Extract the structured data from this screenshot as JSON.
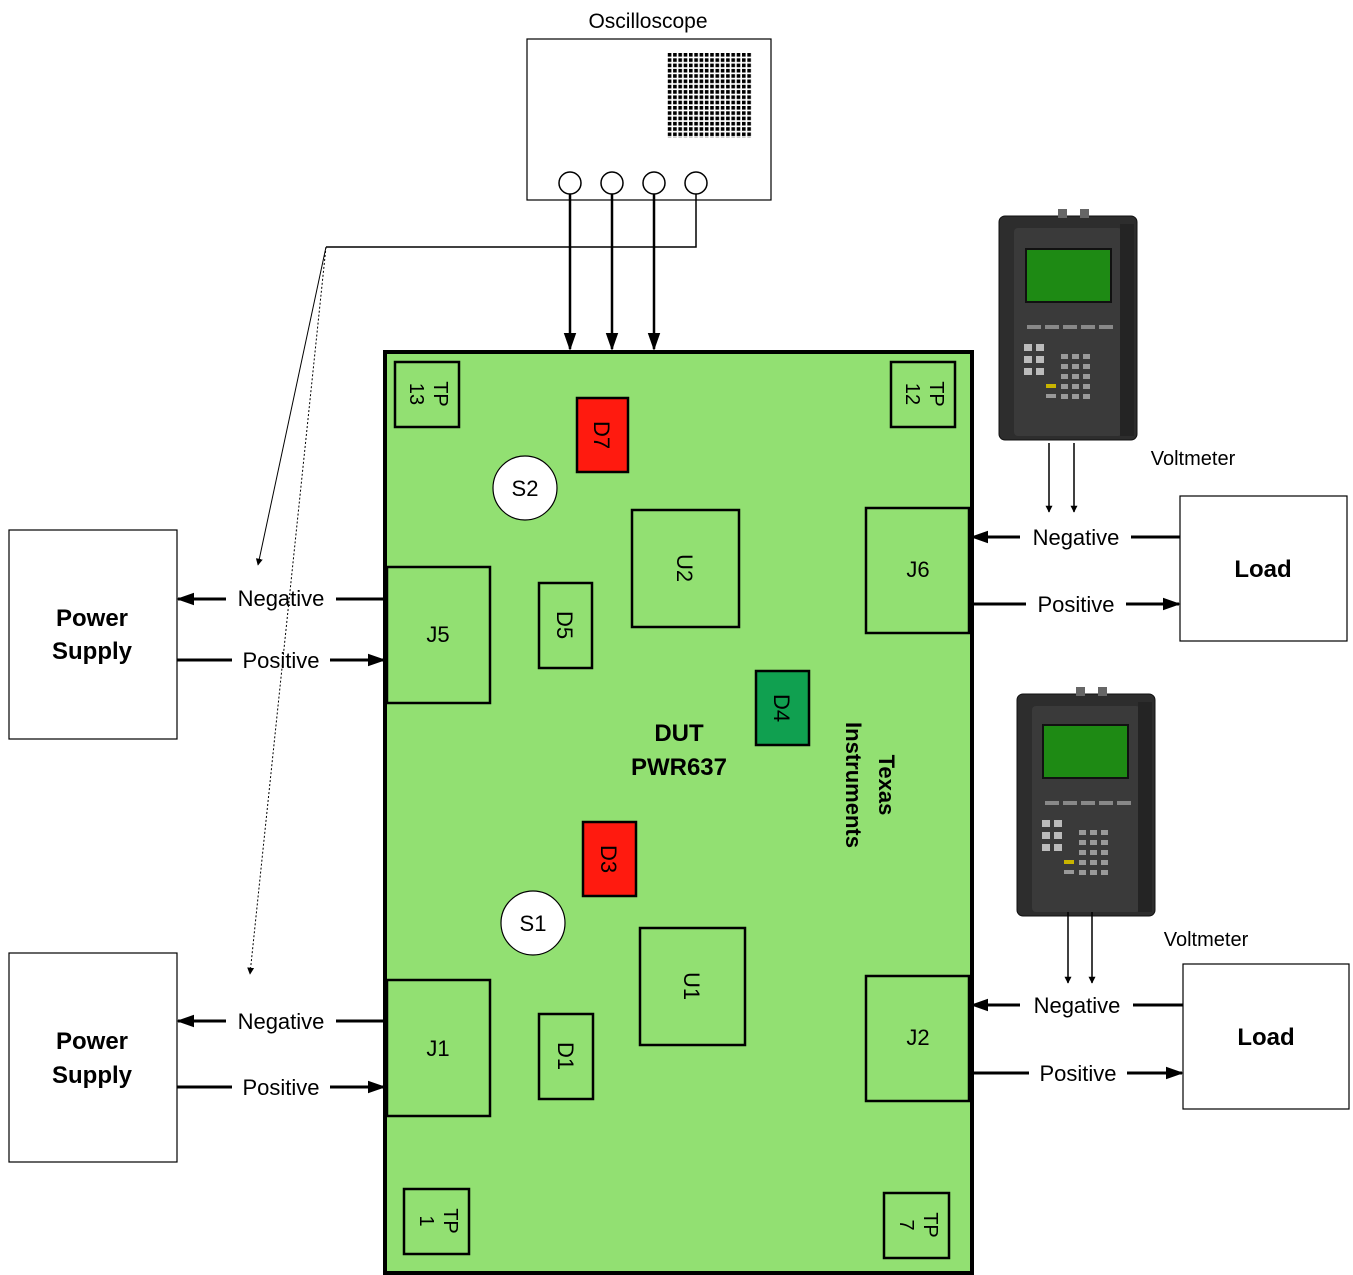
{
  "colors": {
    "board": "#92e072",
    "red_led": "#ff1a0f",
    "green_led": "#10a050",
    "meter_body": "#2d2d2d",
    "meter_screen": "#1e8a14",
    "ps_box": "#ffffff"
  },
  "oscilloscope": {
    "label": "Oscilloscope",
    "icon": "oscilloscope-icon"
  },
  "power_supplies": [
    {
      "line1": "Power",
      "line2": "Supply",
      "negative": "Negative",
      "positive": "Positive"
    },
    {
      "line1": "Power",
      "line2": "Supply",
      "negative": "Negative",
      "positive": "Positive"
    }
  ],
  "loads": [
    {
      "label": "Load",
      "negative": "Negative",
      "positive": "Positive"
    },
    {
      "label": "Load",
      "negative": "Negative",
      "positive": "Positive"
    }
  ],
  "voltmeters": [
    {
      "label": "Voltmeter",
      "icon": "voltmeter-icon"
    },
    {
      "label": "Voltmeter",
      "icon": "voltmeter-icon"
    }
  ],
  "board": {
    "dut_line1": "DUT",
    "dut_line2": "PWR637",
    "vendor_line1": "Texas",
    "vendor_line2": "Instruments",
    "connectors": {
      "j5": "J5",
      "j1": "J1",
      "j6": "J6",
      "j2": "J2"
    },
    "ics": {
      "u2": "U2",
      "u1": "U1"
    },
    "diodes": {
      "d7": "D7",
      "d5": "D5",
      "d4": "D4",
      "d3": "D3",
      "d1": "D1"
    },
    "switches": {
      "s2": "S2",
      "s1": "S1"
    },
    "test_points": {
      "tp13": {
        "a": "TP",
        "b": "13"
      },
      "tp12": {
        "a": "TP",
        "b": "12"
      },
      "tp1": {
        "a": "TP",
        "b": "1"
      },
      "tp7": {
        "a": "TP",
        "b": "7"
      }
    }
  }
}
